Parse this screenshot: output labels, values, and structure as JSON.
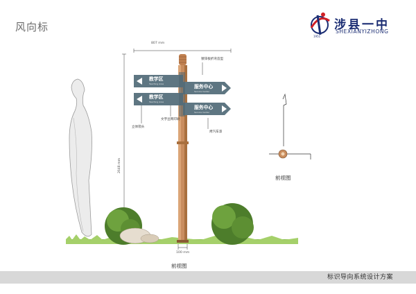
{
  "page": {
    "title": "风向标",
    "front_view_caption": "前视图",
    "top_view_caption": "前视图",
    "footer": "标识导向系统设计方案"
  },
  "logo": {
    "name_cn": "涉县一中",
    "name_en": "SHEXIANYIZHONG",
    "year": "1951"
  },
  "dimensions": {
    "width": "807 mm",
    "height": "2648 mm",
    "base": "100 mm"
  },
  "annotations": {
    "top": "镀锌板折弯造型",
    "left": "文字丝网印刷",
    "arrow": "立体箭头",
    "paint": "烤汽车漆"
  },
  "signs": {
    "upper_left": {
      "cn": "教学区",
      "en": "Teaching Area"
    },
    "upper_right": {
      "cn": "服务中心",
      "en": "Service Center"
    },
    "lower_left": {
      "cn": "教学区",
      "en": "Teaching Area"
    },
    "lower_right": {
      "cn": "服务中心",
      "en": "Service Center"
    }
  },
  "colors": {
    "sign_panel": "#5e7682",
    "pole": "#c98d5e",
    "logo_blue": "#1b2d73",
    "logo_red": "#d11f25",
    "footer_band": "#d8d8d8"
  }
}
